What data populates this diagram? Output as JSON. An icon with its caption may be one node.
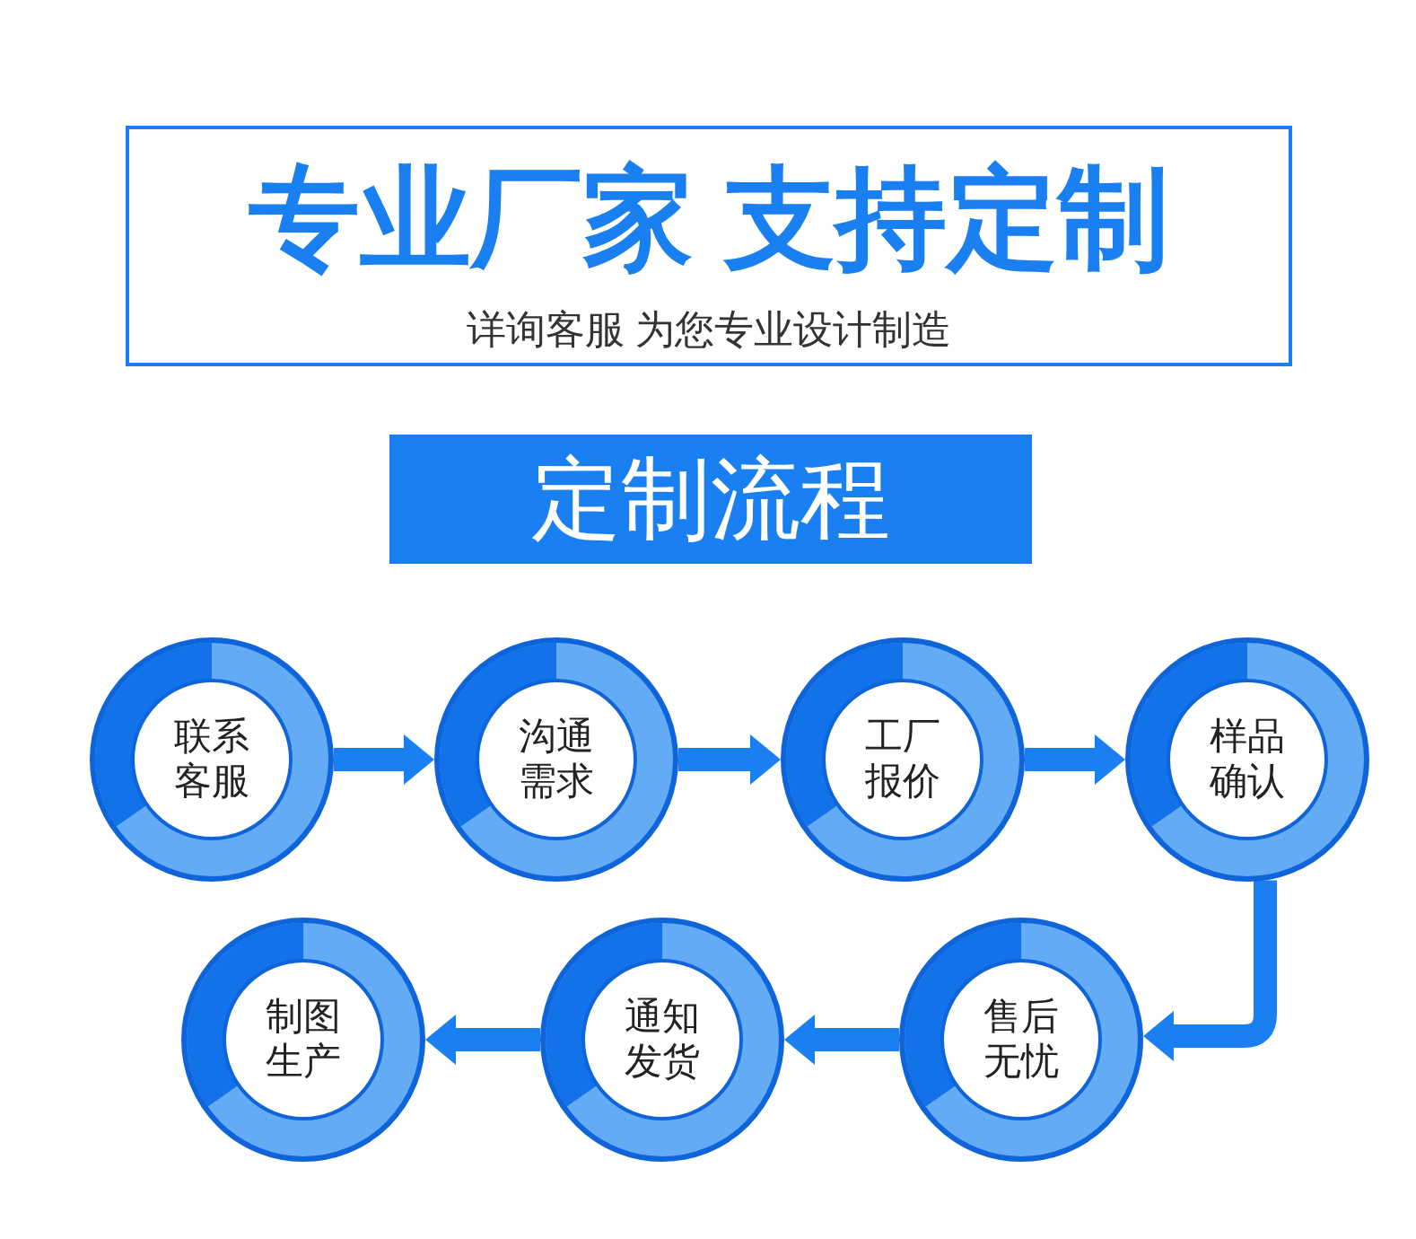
{
  "diagram": {
    "nodes": [
      {
        "text": [
          "专业厂家 支持定制",
          "详询客服 为您专业设计制造"
        ]
      },
      {
        "text": [
          "定制流程"
        ]
      },
      {
        "text": [
          "联系客服"
        ]
      },
      {
        "text": [
          "沟通需求"
        ]
      },
      {
        "text": [
          "工厂报价"
        ]
      },
      {
        "text": [
          "样品确认"
        ]
      },
      {
        "text": [
          "售后无忧"
        ]
      },
      {
        "text": [
          "通知发货"
        ]
      },
      {
        "text": [
          "制图生产"
        ]
      }
    ],
    "edges": [
      {
        "from": 2,
        "to": 3,
        "arrow": "to"
      },
      {
        "from": 3,
        "to": 4,
        "arrow": "to"
      },
      {
        "from": 4,
        "to": 5,
        "arrow": "to"
      },
      {
        "from": 5,
        "to": 6,
        "arrow": "to"
      },
      {
        "from": 6,
        "to": 7,
        "arrow": "to"
      },
      {
        "from": 7,
        "to": 8,
        "arrow": "to"
      }
    ]
  }
}
